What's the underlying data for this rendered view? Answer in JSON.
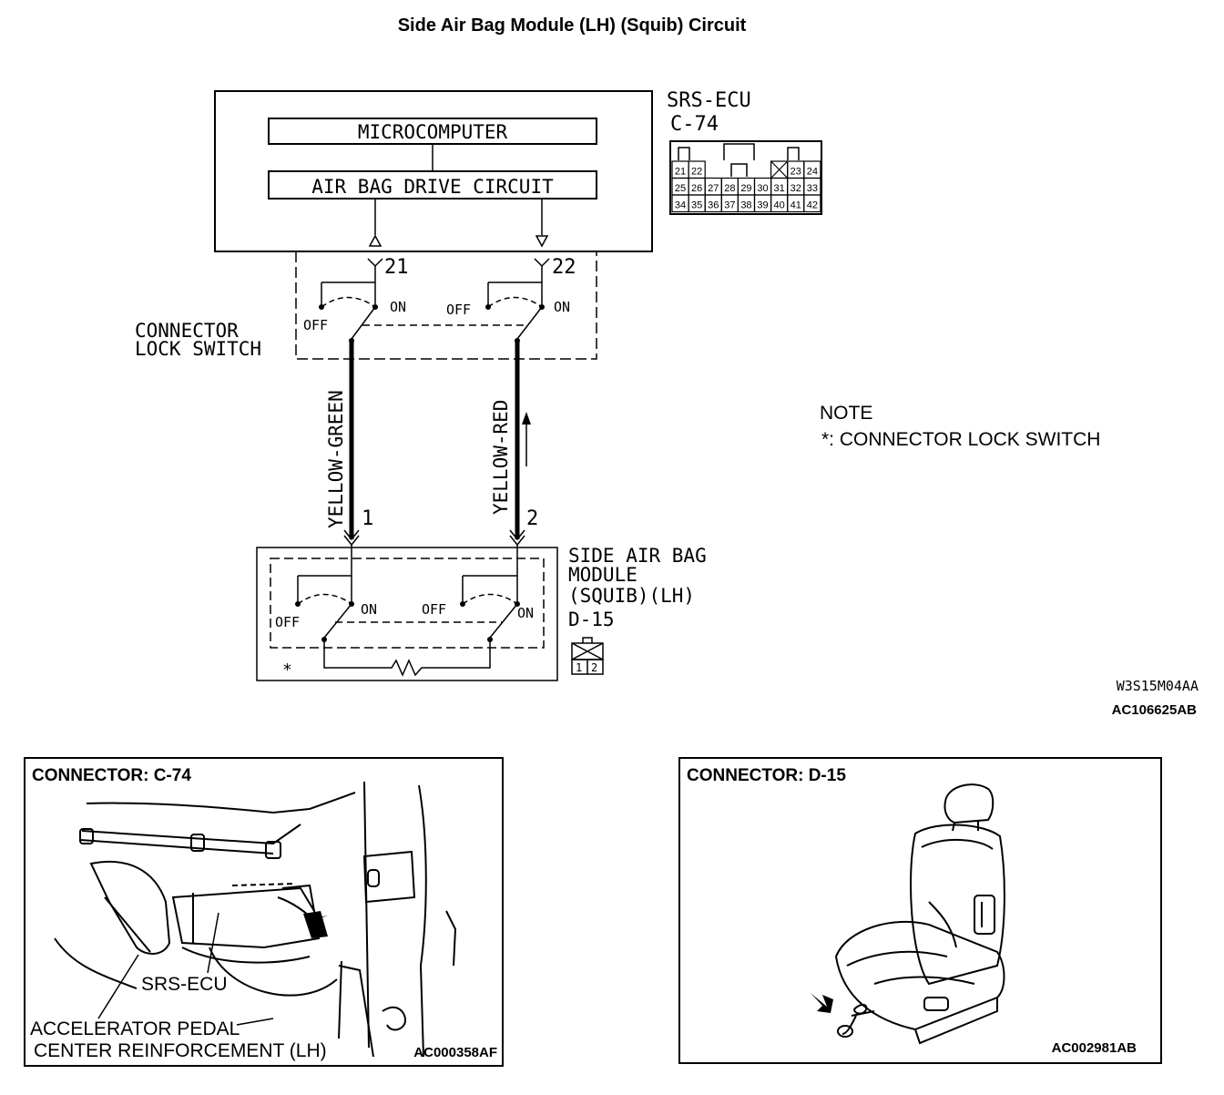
{
  "title": "Side Air Bag Module (LH) (Squib) Circuit",
  "ecu": {
    "name": "SRS-ECU",
    "connector": "C-74",
    "microcomputer_label": "MICROCOMPUTER",
    "drive_circuit_label": "AIR BAG DRIVE CIRCUIT",
    "pin_rows": [
      [
        "21",
        "22",
        "",
        "",
        "",
        "",
        "",
        "",
        "23",
        "24"
      ],
      [
        "25",
        "26",
        "27",
        "28",
        "29",
        "30",
        "31",
        "32",
        "33"
      ],
      [
        "34",
        "35",
        "36",
        "37",
        "38",
        "39",
        "40",
        "41",
        "42"
      ]
    ]
  },
  "ecu_switch": {
    "label_line1": "CONNECTOR",
    "label_line2": "LOCK SWITCH",
    "terminal_a": "21",
    "terminal_b": "22",
    "on_label": "ON",
    "off_label": "OFF"
  },
  "wires": [
    {
      "color_label": "YELLOW-GREEN",
      "pin": "1"
    },
    {
      "color_label": "YELLOW-RED",
      "pin": "2"
    }
  ],
  "module": {
    "name_line1": "SIDE AIR BAG",
    "name_line2": "MODULE",
    "name_line3": "(SQUIB)(LH)",
    "connector": "D-15",
    "pins": [
      "1",
      "2"
    ],
    "asterisk": "*",
    "on_label": "ON",
    "off_label": "OFF"
  },
  "note": {
    "heading": "NOTE",
    "text": "*: CONNECTOR LOCK SWITCH"
  },
  "codes": {
    "code1": "W3S15M04AA",
    "code2": "AC106625AB"
  },
  "panel_left": {
    "title": "CONNECTOR: C-74",
    "label_ecu": "SRS-ECU",
    "label_line1": "ACCELERATOR PEDAL",
    "label_line2": "CENTER REINFORCEMENT (LH)",
    "code": "AC000358AF"
  },
  "panel_right": {
    "title": "CONNECTOR: D-15",
    "code": "AC002981AB"
  }
}
